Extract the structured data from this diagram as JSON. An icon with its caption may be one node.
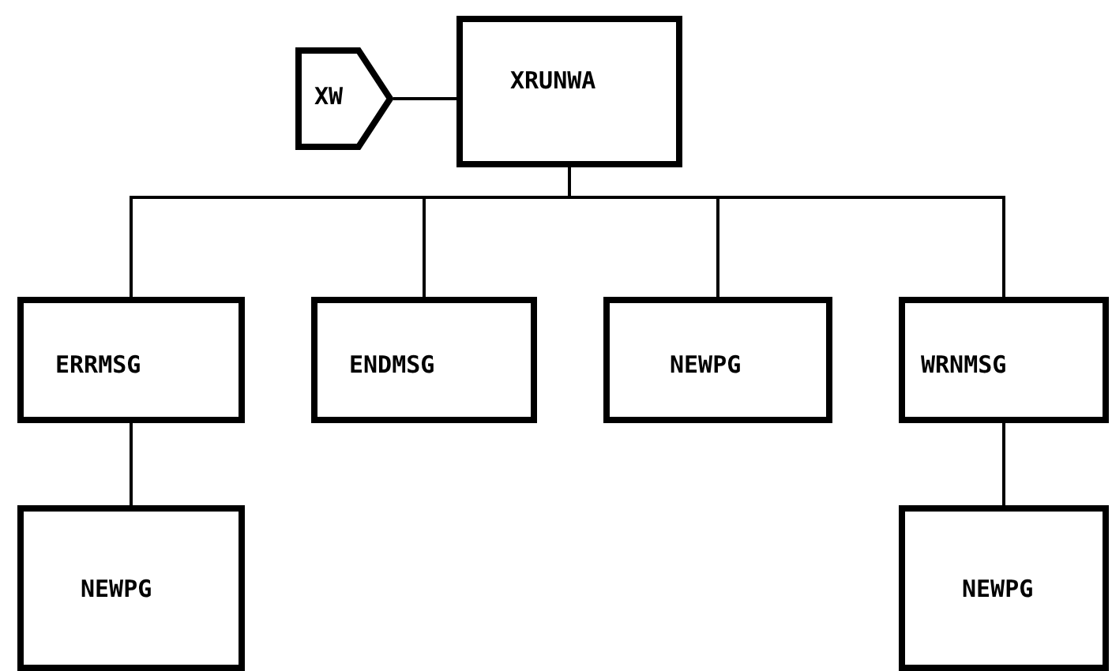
{
  "diagram": {
    "nodes": [
      {
        "text": [
          "XW"
        ]
      },
      {
        "text": [
          "XRUNWA"
        ]
      },
      {
        "text": [
          "ERRMSG"
        ]
      },
      {
        "text": [
          "ENDMSG"
        ]
      },
      {
        "text": [
          "NEWPG"
        ]
      },
      {
        "text": [
          "WRNMSG"
        ]
      },
      {
        "text": [
          "NEWPG"
        ]
      },
      {
        "text": [
          "NEWPG"
        ]
      }
    ],
    "edges": [
      {
        "from": 0,
        "to": 1,
        "arrow": "none"
      },
      {
        "from": 1,
        "to": 2,
        "arrow": "none"
      },
      {
        "from": 1,
        "to": 3,
        "arrow": "none"
      },
      {
        "from": 1,
        "to": 4,
        "arrow": "none"
      },
      {
        "from": 1,
        "to": 5,
        "arrow": "none"
      },
      {
        "from": 2,
        "to": 6,
        "arrow": "none"
      },
      {
        "from": 5,
        "to": 7,
        "arrow": "none"
      }
    ]
  }
}
